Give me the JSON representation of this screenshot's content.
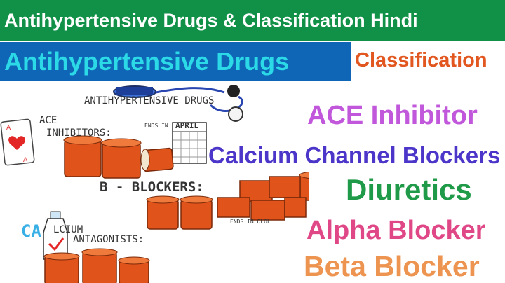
{
  "banner": {
    "title": "Antihypertensive Drugs & Classification Hindi"
  },
  "subtitle": {
    "main": "Antihypertensive Drugs",
    "side": "Classification"
  },
  "classes": [
    "ACE Inhibitor",
    "Calcium Channel Blockers",
    "Diuretics",
    "Alpha Blocker",
    "Beta Blocker"
  ],
  "illustration": {
    "heading": "ANTIHYPERTENSIVE  DRUGS",
    "ace_label_1": "ACE",
    "ace_label_2": "INHIBITORS:",
    "ace_note": "ENDS IN",
    "ace_note_word": "APRIL",
    "beta_label": "B - BLOCKERS:",
    "beta_note": "ENDS IN OLOL",
    "ca_label_big": "CA",
    "ca_label_rest": "LCIUM",
    "ca_label_2": "ANTAGONISTS:"
  },
  "colors": {
    "banner_bg": "#119148",
    "subbanner_bg": "#0f66b6",
    "subbanner_text": "#2bd9e7",
    "pill_bottle": "#e0541b"
  }
}
